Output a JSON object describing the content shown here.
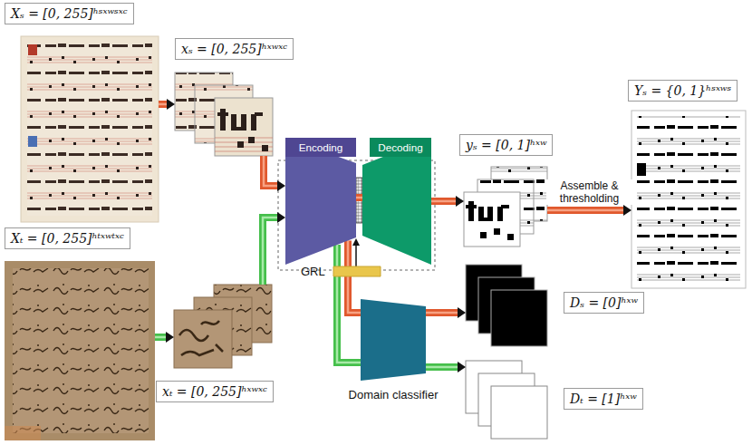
{
  "diagram": {
    "nodes": [
      {
        "text": [
          "Xₛ = [0, 255]ʰˢˣʷˢˣᶜ"
        ]
      },
      {
        "text": [
          "xₛ = [0, 255]ʰˣʷˣᶜ"
        ]
      },
      {
        "text": [
          "Encoding"
        ]
      },
      {
        "text": [
          "Decoding"
        ]
      },
      {
        "text": [
          "yₛ = [0, 1]ʰˣʷ"
        ]
      },
      {
        "text": [
          "Yₛ = {0, 1}ʰˢˣʷˢ"
        ]
      },
      {
        "text": [
          "Xₜ = [0, 255]ʰᵗˣʷᵗˣᶜ"
        ]
      },
      {
        "text": [
          "GRL"
        ]
      },
      {
        "text": [
          "Domain classifier"
        ]
      },
      {
        "text": [
          "Dₛ = [0]ʰˣʷ"
        ]
      },
      {
        "text": [
          "xₜ = [0, 255]ʰˣʷˣᶜ"
        ]
      },
      {
        "text": [
          "Dₜ = [1]ʰˣʷ"
        ]
      }
    ],
    "edges": [
      {
        "from": 0,
        "to": 1,
        "arrow": "to"
      },
      {
        "from": 1,
        "to": 2,
        "arrow": "to"
      },
      {
        "from": 2,
        "to": 3,
        "arrow": "none"
      },
      {
        "from": 3,
        "to": 4,
        "arrow": "to"
      },
      {
        "from": 4,
        "to": 5,
        "label": "Assemble & thresholding",
        "arrow": "to"
      },
      {
        "from": 6,
        "to": 10,
        "arrow": "to"
      },
      {
        "from": 10,
        "to": 2,
        "arrow": "to"
      },
      {
        "from": 2,
        "to": 8,
        "arrow": "none"
      },
      {
        "from": 7,
        "to": 2,
        "arrow": "to"
      },
      {
        "from": 8,
        "to": 9,
        "arrow": "to"
      },
      {
        "from": 8,
        "to": 11,
        "arrow": "to"
      }
    ]
  }
}
